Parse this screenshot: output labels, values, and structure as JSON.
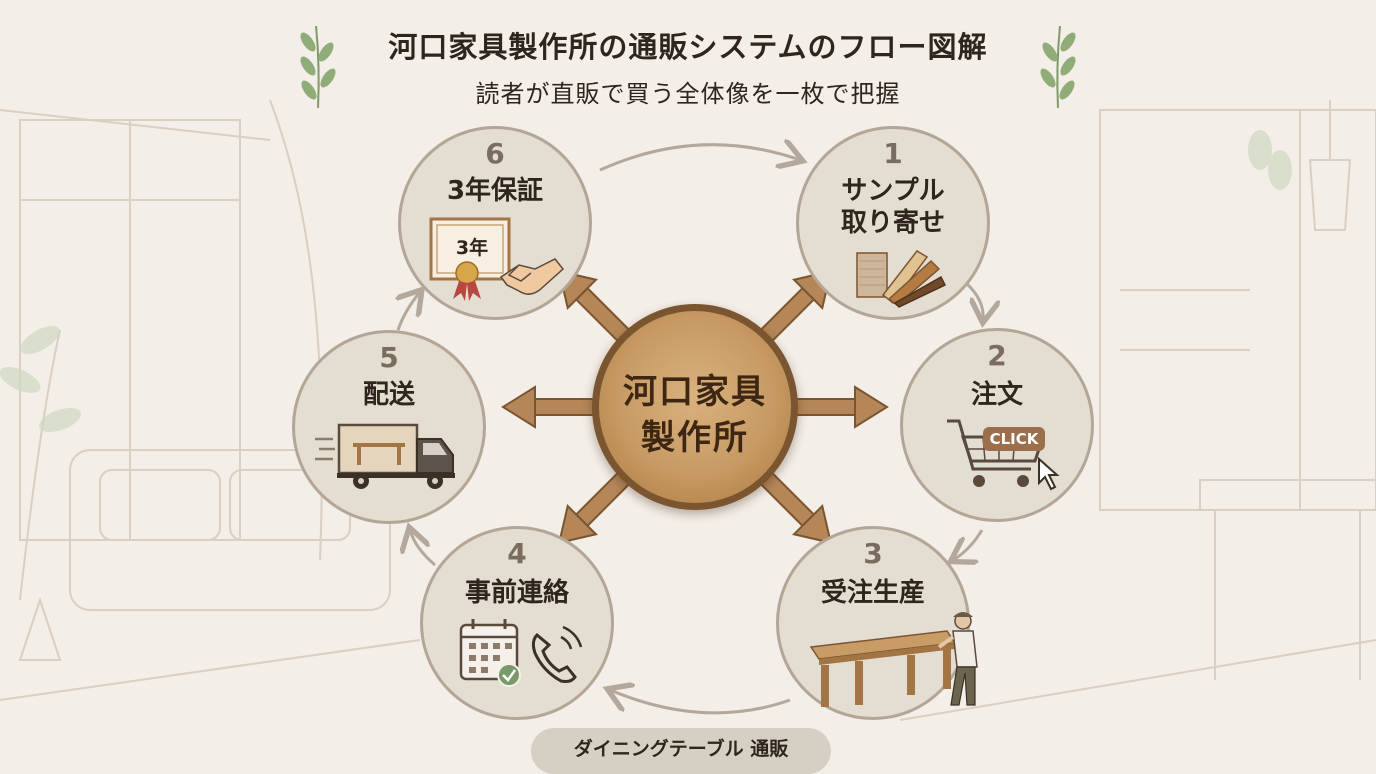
{
  "header": {
    "title": "河口家具製作所の通販システムのフロー図解",
    "subtitle": "読者が直販で買う全体像を一枚で把握"
  },
  "hub": {
    "line1": "河口家具",
    "line2": "製作所"
  },
  "steps": [
    {
      "number": "1",
      "line1": "サンプル",
      "line2": "取り寄せ",
      "icon": "wood-sample-swatches-icon"
    },
    {
      "number": "2",
      "line1": "注文",
      "line2": "",
      "icon": "shopping-cart-icon",
      "badge": "CLICK"
    },
    {
      "number": "3",
      "line1": "受注生産",
      "line2": "",
      "icon": "craftsman-table-icon"
    },
    {
      "number": "4",
      "line1": "事前連絡",
      "line2": "",
      "icon": "calendar-phone-icon"
    },
    {
      "number": "5",
      "line1": "配送",
      "line2": "",
      "icon": "delivery-truck-icon"
    },
    {
      "number": "6",
      "line1": "3年保証",
      "line2": "",
      "icon": "certificate-handshake-icon",
      "badge": "3年"
    }
  ],
  "footer": {
    "label": "ダイニングテーブル 通販"
  },
  "colors": {
    "background": "#f3eee7",
    "circle": "#e4ddd2",
    "wood": "#c79a63",
    "arrow": "#a57b52"
  }
}
